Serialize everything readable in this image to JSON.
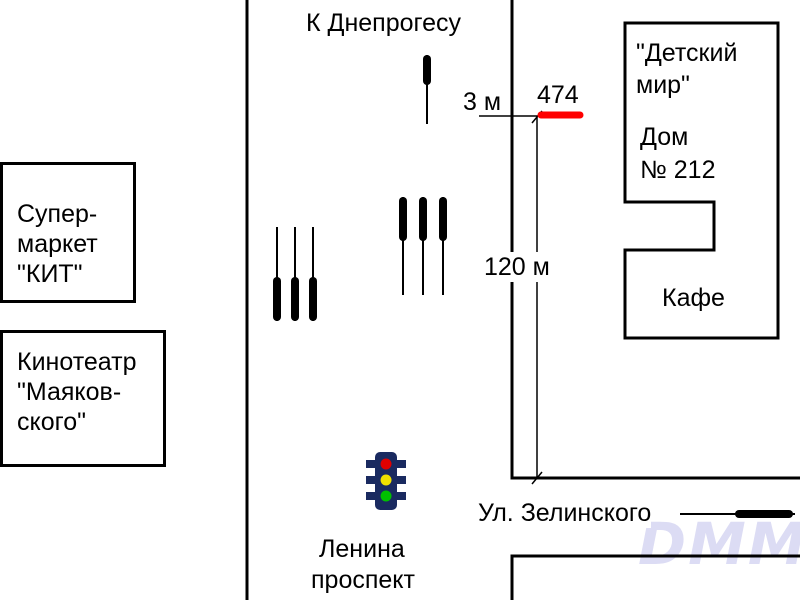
{
  "map": {
    "buildings": {
      "supermarket": {
        "line1": "Супер-",
        "line2": "маркет",
        "line3": "\"КИТ\""
      },
      "cinema": {
        "line1": "Кинотеатр",
        "line2": "\"Маяков-",
        "line3": "ского\""
      },
      "store": {
        "line1": "\"Детский",
        "line2": "мир\""
      },
      "house": {
        "line1": "Дом",
        "line2": "№ 212"
      },
      "cafe": "Кафе"
    },
    "streets": {
      "to_dniprohes": "К Днепрогесу",
      "lenin_line1": "Ленина",
      "lenin_line2": "проспект",
      "zelinsky": "Ул. Зелинского"
    },
    "stop": {
      "route_number": "474",
      "route_color": "#ff0000",
      "offset_label": "3 м",
      "distance_label": "120 м"
    },
    "traffic_light_icon": "traffic-light-icon",
    "watermark": "DMM",
    "colors": {
      "lines": "#000000",
      "background": "#ffffff",
      "watermark": "#dcdcf4",
      "light_red": "#e00000",
      "light_yellow": "#f0e000",
      "light_green": "#00c000",
      "light_body": "#1a2a60"
    }
  }
}
